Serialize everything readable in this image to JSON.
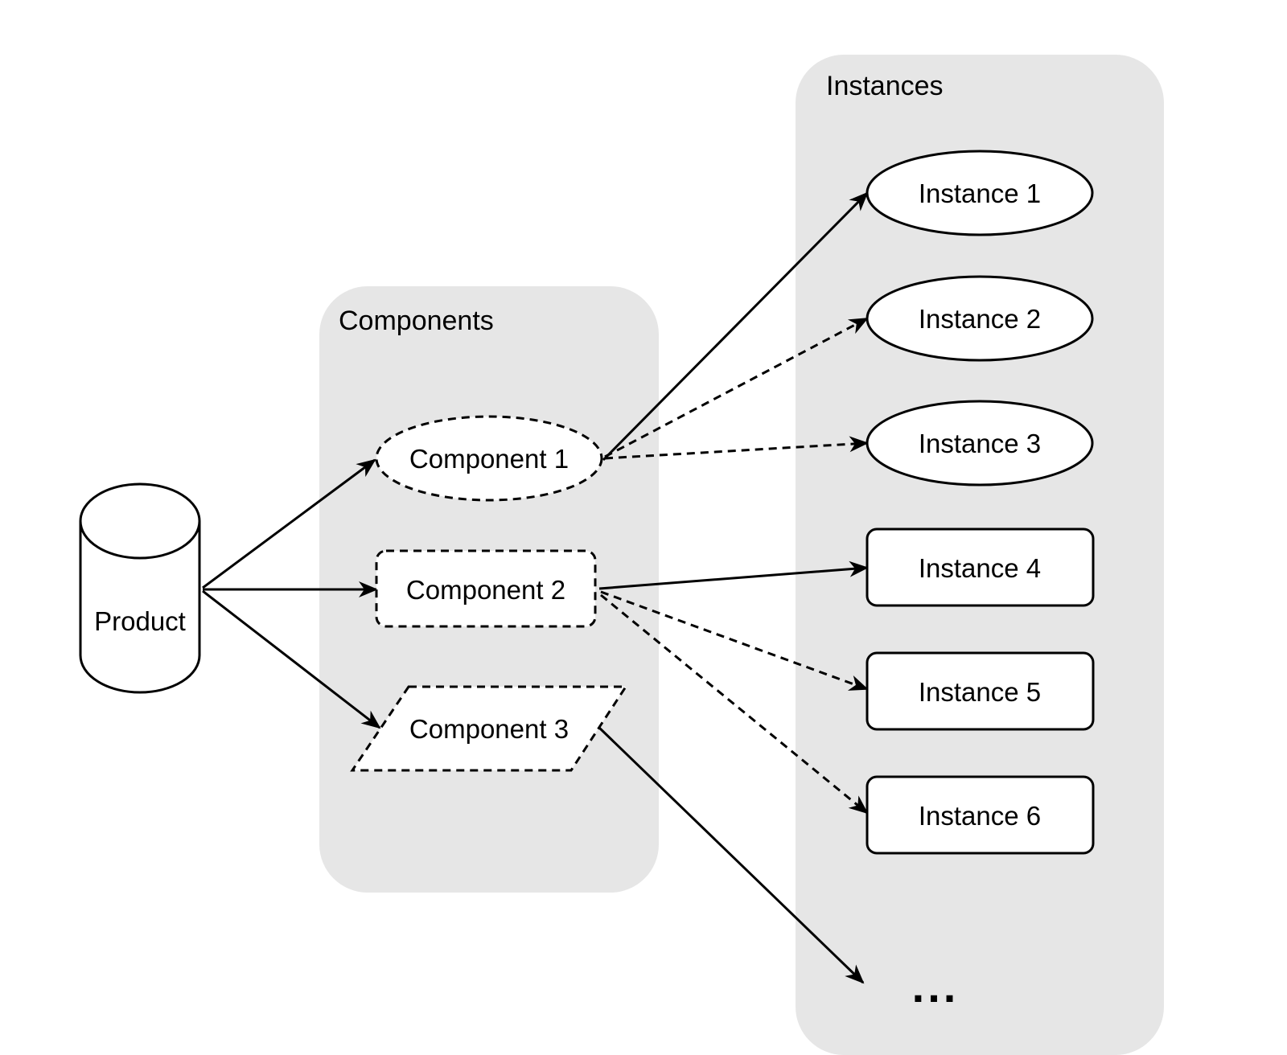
{
  "groups": {
    "components": {
      "title": "Components"
    },
    "instances": {
      "title": "Instances"
    }
  },
  "nodes": {
    "product": "Product",
    "component_1": "Component 1",
    "component_2": "Component 2",
    "component_3": "Component 3",
    "instance_1": "Instance 1",
    "instance_2": "Instance 2",
    "instance_3": "Instance 3",
    "instance_4": "Instance 4",
    "instance_5": "Instance 5",
    "instance_6": "Instance 6",
    "more": "..."
  },
  "edges": [
    {
      "from": "Product",
      "to": "Component 1",
      "style": "solid"
    },
    {
      "from": "Product",
      "to": "Component 2",
      "style": "solid"
    },
    {
      "from": "Product",
      "to": "Component 3",
      "style": "solid"
    },
    {
      "from": "Component 1",
      "to": "Instance 1",
      "style": "solid"
    },
    {
      "from": "Component 1",
      "to": "Instance 2",
      "style": "dashed"
    },
    {
      "from": "Component 1",
      "to": "Instance 3",
      "style": "dashed"
    },
    {
      "from": "Component 2",
      "to": "Instance 4",
      "style": "solid"
    },
    {
      "from": "Component 2",
      "to": "Instance 5",
      "style": "dashed"
    },
    {
      "from": "Component 2",
      "to": "Instance 6",
      "style": "dashed"
    },
    {
      "from": "Component 3",
      "to": "...",
      "style": "solid"
    }
  ],
  "colors": {
    "group_fill": "#e6e6e6",
    "stroke": "#000000",
    "node_fill": "#ffffff"
  }
}
